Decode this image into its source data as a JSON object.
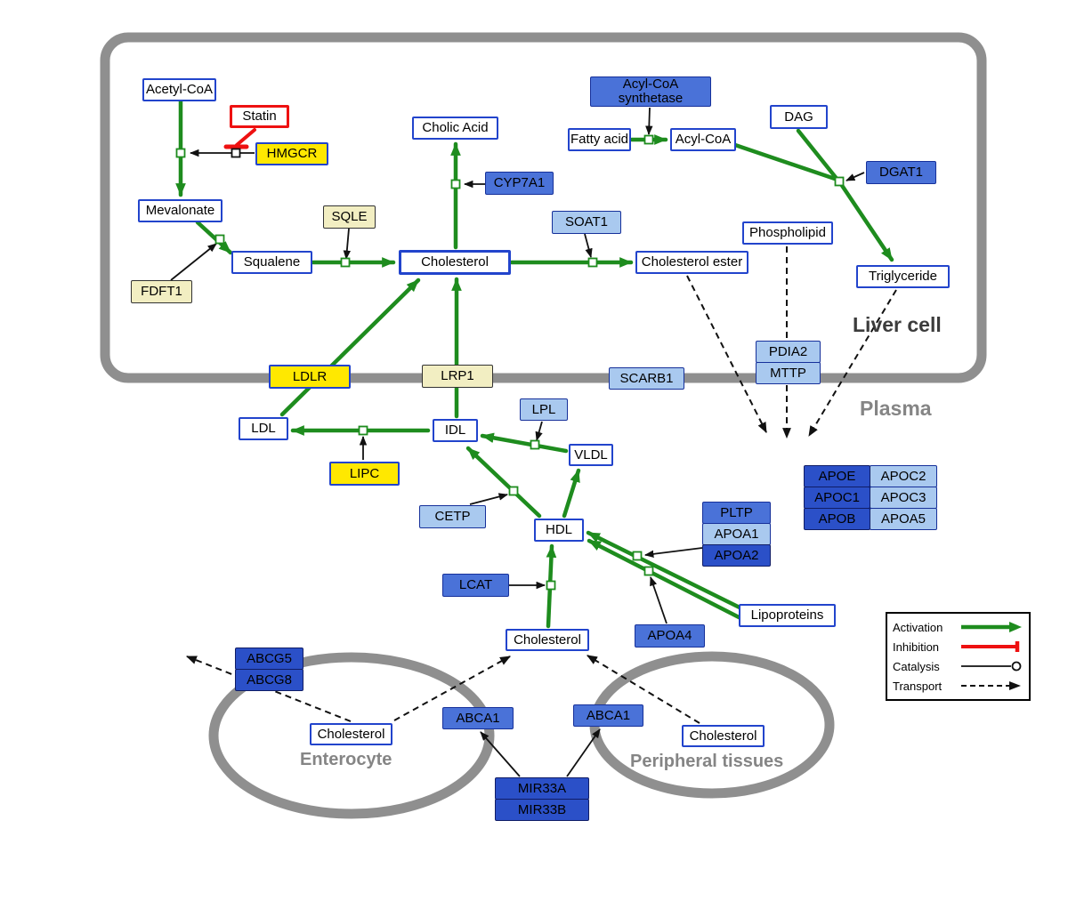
{
  "compartments": {
    "liver": "Liver cell",
    "plasma": "Plasma",
    "enterocyte": "Enterocyte",
    "peripheral": "Peripheral tissues"
  },
  "legend": {
    "activation": "Activation",
    "inhibition": "Inhibition",
    "catalysis": "Catalysis",
    "transport": "Transport"
  },
  "colors": {
    "activation_green": "#1e8c1e",
    "inhibition_red": "#ee1111",
    "membrane_gray": "#8f8f8f",
    "metabolite_border": "#2244cc",
    "enzyme_yellow": "#ffe800",
    "enzyme_cream": "#f2eec2",
    "enzyme_blue": "#4a72d8",
    "enzyme_lightblue": "#a9c9ef",
    "enzyme_darkblue": "#2b50c8"
  },
  "nodes": {
    "acetyl_coa": "Acetyl-CoA",
    "statin": "Statin",
    "hmgcr": "HMGCR",
    "mevalonate": "Mevalonate",
    "sqle": "SQLE",
    "fdft1": "FDFT1",
    "squalene": "Squalene",
    "cholesterol_liver": "Cholesterol",
    "cholic_acid": "Cholic Acid",
    "cyp7a1": "CYP7A1",
    "acyl_coa_synthetase": "Acyl-CoA synthetase",
    "fatty_acid": "Fatty acid",
    "acyl_coa": "Acyl-CoA",
    "dag": "DAG",
    "dgat1": "DGAT1",
    "soat1": "SOAT1",
    "cholesterol_ester": "Cholesterol ester",
    "phospholipid": "Phospholipid",
    "triglyceride": "Triglyceride",
    "pdia2": "PDIA2",
    "mttp": "MTTP",
    "ldlr": "LDLR",
    "lrp1": "LRP1",
    "scarb1": "SCARB1",
    "ldl": "LDL",
    "idl": "IDL",
    "lpl": "LPL",
    "vldl": "VLDL",
    "lipc": "LIPC",
    "cetp": "CETP",
    "hdl": "HDL",
    "pltp": "PLTP",
    "apoa1": "APOA1",
    "apoa2": "APOA2",
    "apoe": "APOE",
    "apoc2": "APOC2",
    "apoc1": "APOC1",
    "apoc3": "APOC3",
    "apob": "APOB",
    "apoa5": "APOA5",
    "lcat": "LCAT",
    "apoa4": "APOA4",
    "lipoproteins": "Lipoproteins",
    "cholesterol_plasma": "Cholesterol",
    "abcg5": "ABCG5",
    "abcg8": "ABCG8",
    "cholesterol_enterocyte": "Cholesterol",
    "abca1_left": "ABCA1",
    "abca1_right": "ABCA1",
    "cholesterol_peripheral": "Cholesterol",
    "mir33a": "MIR33A",
    "mir33b": "MIR33B"
  }
}
